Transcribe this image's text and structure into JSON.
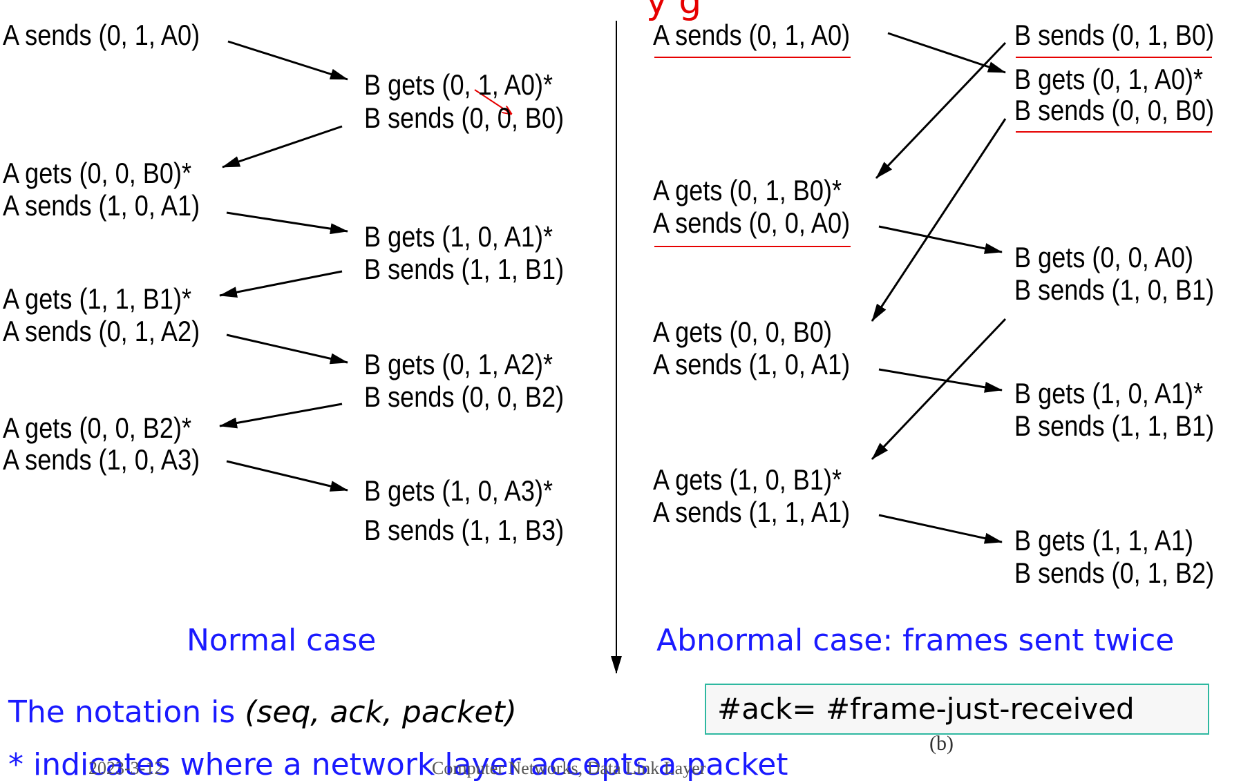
{
  "title_fragment": "y   g",
  "left": {
    "a_events": [
      "A sends (0, 1, A0)",
      "A gets (0, 0, B0)*",
      "A sends (1, 0, A1)",
      "A gets (1, 1, B1)*",
      "A sends (0, 1, A2)",
      "A gets (0, 0, B2)*",
      "A sends (1, 0, A3)"
    ],
    "b_events": [
      "B gets (0, 1, A0)*",
      "B sends (0, 0, B0)",
      "B gets (1, 0, A1)*",
      "B sends (1, 1, B1)",
      "B gets (0, 1, A2)*",
      "B sends (0, 0, B2)",
      "B gets (1, 0, A3)*",
      "B sends (1, 1, B3)"
    ],
    "caption": "Normal case"
  },
  "right": {
    "a_events": [
      "A sends (0, 1, A0)",
      "A gets (0, 1, B0)*",
      "A sends (0, 0, A0)",
      "A gets (0, 0, B0)",
      "A sends (1, 0, A1)",
      "A gets (1, 0, B1)*",
      "A sends (1, 1, A1)"
    ],
    "b_events": [
      "B sends (0, 1, B0)",
      "B gets (0, 1, A0)*",
      "B sends (0, 0, B0)",
      "B gets (0, 0, A0)",
      "B sends (1, 0, B1)",
      "B gets (1, 0, A1)*",
      "B sends (1, 1, B1)",
      "B gets (1, 1, A1)",
      "B sends (0, 1, B2)"
    ],
    "caption": "Abnormal case: frames sent twice"
  },
  "notation": {
    "prefix": "The notation is ",
    "tuple": "(seq, ack, packet)"
  },
  "star_note": "* indicates where a network layer accepts a packet",
  "ack_rule": "#ack= #frame-just-received",
  "figure_tag": "(b)",
  "footer": {
    "date": "2023-3-12",
    "course": "Computer Networks, Data Link Layer"
  },
  "colors": {
    "caption_blue": "#1a1aff",
    "highlight_red": "#e60000",
    "box_border": "#2eb8a0"
  }
}
